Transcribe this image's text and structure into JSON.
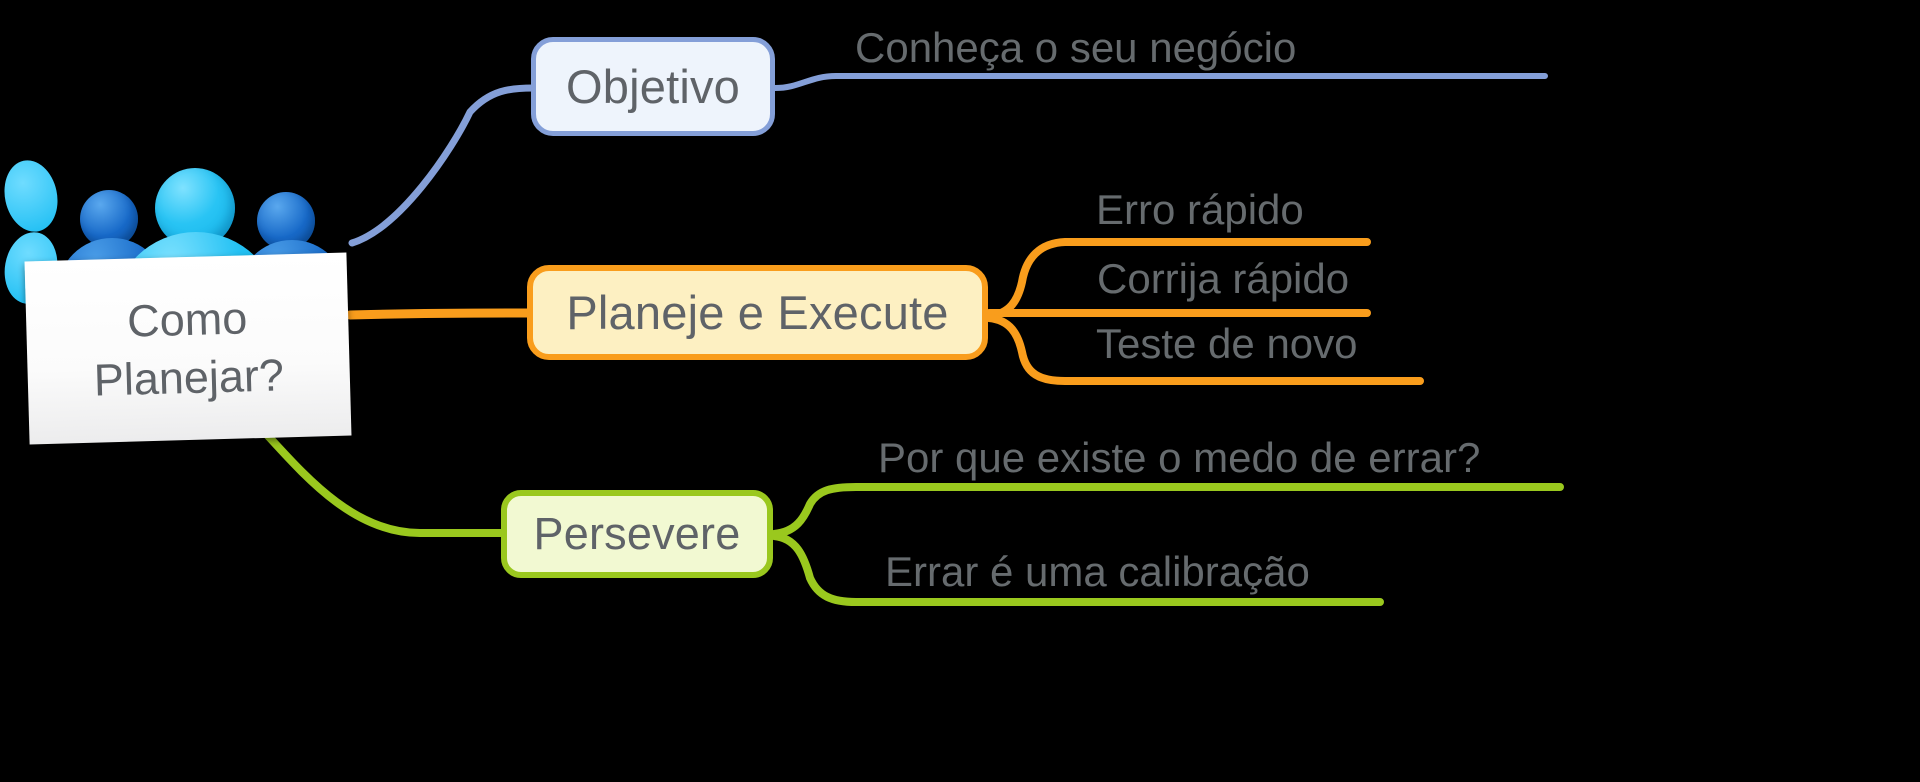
{
  "background_color": "#000000",
  "text_color": "#5f6368",
  "central": {
    "name": "central-node",
    "line1": "Como",
    "line2": "Planejar?",
    "graphic": "three-people-holding-sign"
  },
  "branches": [
    {
      "id": "objetivo",
      "label": "Objetivo",
      "color": "#849fd8",
      "fill": "#eef4fc",
      "children": [
        {
          "label": "Conheça o seu negócio"
        }
      ]
    },
    {
      "id": "planeje",
      "label": "Planeje e Execute",
      "color": "#f99d1c",
      "fill": "#fdf0c2",
      "children": [
        {
          "label": "Erro rápido"
        },
        {
          "label": "Corrija rápido"
        },
        {
          "label": "Teste de novo"
        }
      ]
    },
    {
      "id": "persevere",
      "label": "Persevere",
      "color": "#9ac81e",
      "fill": "#f2f9d2",
      "children": [
        {
          "label": "Por que existe o medo de errar?"
        },
        {
          "label": "Errar é uma calibração"
        }
      ]
    }
  ]
}
